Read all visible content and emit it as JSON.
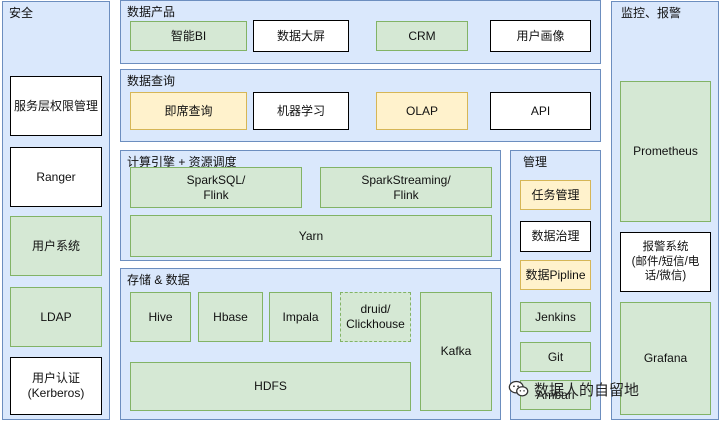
{
  "security": {
    "title": "安全",
    "items": [
      "服务层权限管理",
      "Ranger",
      "用户系统",
      "LDAP",
      "用户认证\n(Kerberos)"
    ]
  },
  "data_product": {
    "title": "数据产品",
    "items": [
      "智能BI",
      "数据大屏",
      "CRM",
      "用户画像"
    ]
  },
  "data_query": {
    "title": "数据查询",
    "items": [
      "即席查询",
      "机器学习",
      "OLAP",
      "API"
    ]
  },
  "compute": {
    "title": "计算引擎 + 资源调度",
    "items": [
      "SparkSQL/\nFlink",
      "SparkStreaming/\nFlink",
      "Yarn"
    ]
  },
  "storage": {
    "title": "存储 & 数据",
    "items": [
      "Hive",
      "Hbase",
      "Impala",
      "druid/\nClickhouse",
      "HDFS",
      "Kafka"
    ]
  },
  "management": {
    "title": "管理",
    "items": [
      "任务管理",
      "数据治理",
      "数据Pipline",
      "Jenkins",
      "Git",
      "Ambari"
    ]
  },
  "monitoring": {
    "title": "监控、报警",
    "items": [
      "Prometheus",
      "报警系统\n(邮件/短信/电\n话/微信)",
      "Grafana"
    ]
  },
  "watermark": {
    "text": "数据人的自留地",
    "icon": "wechat-icon"
  },
  "colors": {
    "panel_fill": "#dae8fc",
    "panel_border": "#6c8ebf",
    "green_fill": "#d5e8d4",
    "green_border": "#82b366",
    "yellow_fill": "#fff2cc",
    "yellow_border": "#d6b656",
    "white_fill": "#ffffff"
  }
}
